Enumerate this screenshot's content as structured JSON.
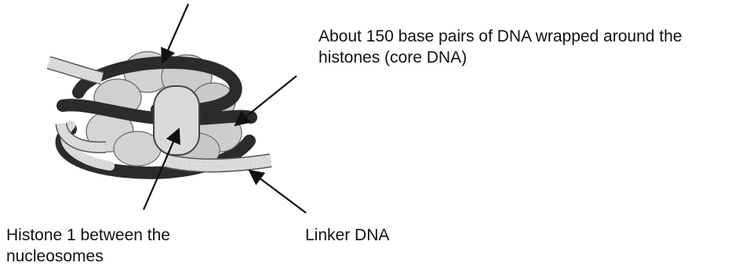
{
  "labels": {
    "core_dna": "About 150 base pairs of DNA wrapped around the histones (core DNA)",
    "histone1": "Histone 1 between the nucleosomes",
    "linker_dna": "Linker DNA"
  },
  "colors": {
    "dna_dark": "#2b2b2b",
    "dna_light": "#dcdcdc",
    "histone_fill": "#cfcfcf",
    "arrow": "#111111",
    "text": "#111111"
  }
}
